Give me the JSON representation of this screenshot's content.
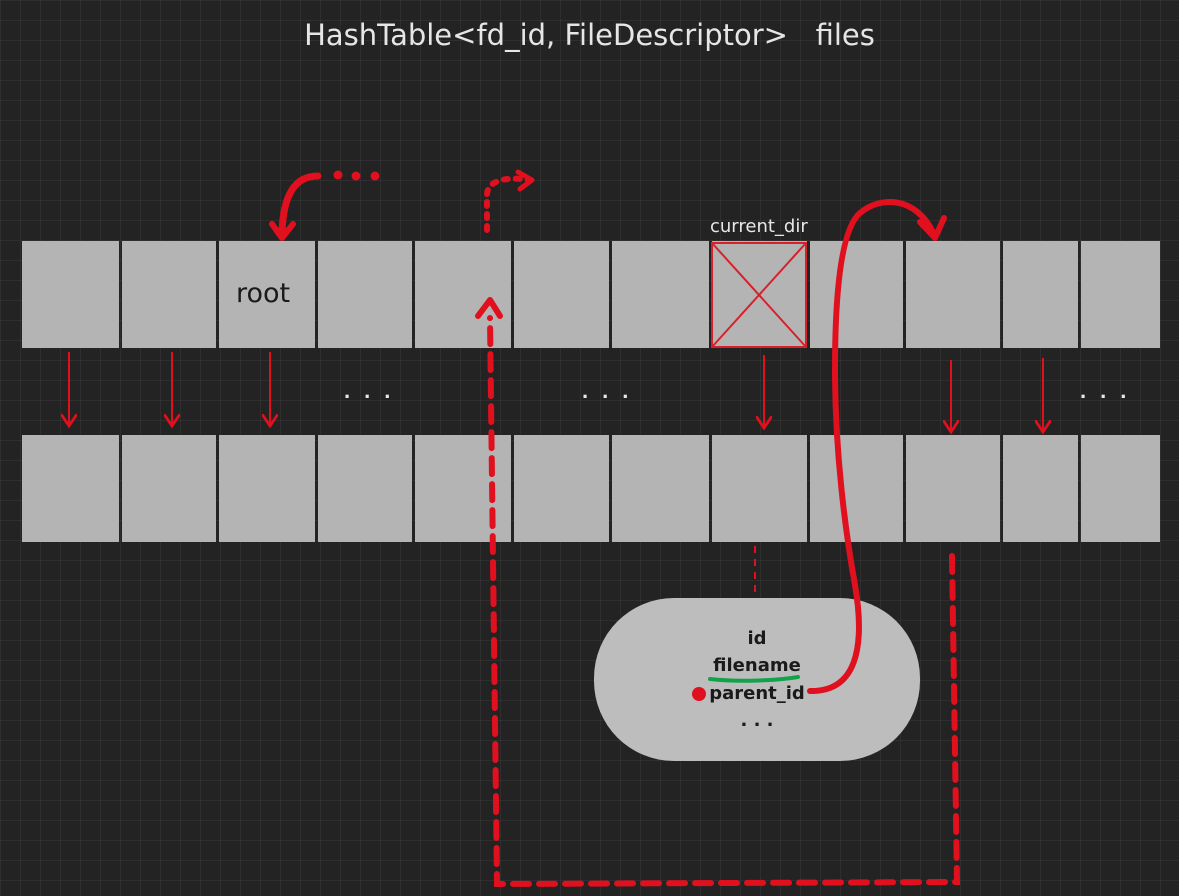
{
  "title": "HashTable<fd_id, FileDescriptor>   files",
  "root_label": "root",
  "current_dir_label": "current_dir",
  "ellipsis": "...",
  "struct_fields": {
    "id": "id",
    "filename": "filename",
    "parent_id": "parent_id",
    "more": ". . ."
  },
  "colors": {
    "background": "#232323",
    "cell": "#b4b4b4",
    "arrow": "#e0101e",
    "underline": "#12a24b"
  }
}
